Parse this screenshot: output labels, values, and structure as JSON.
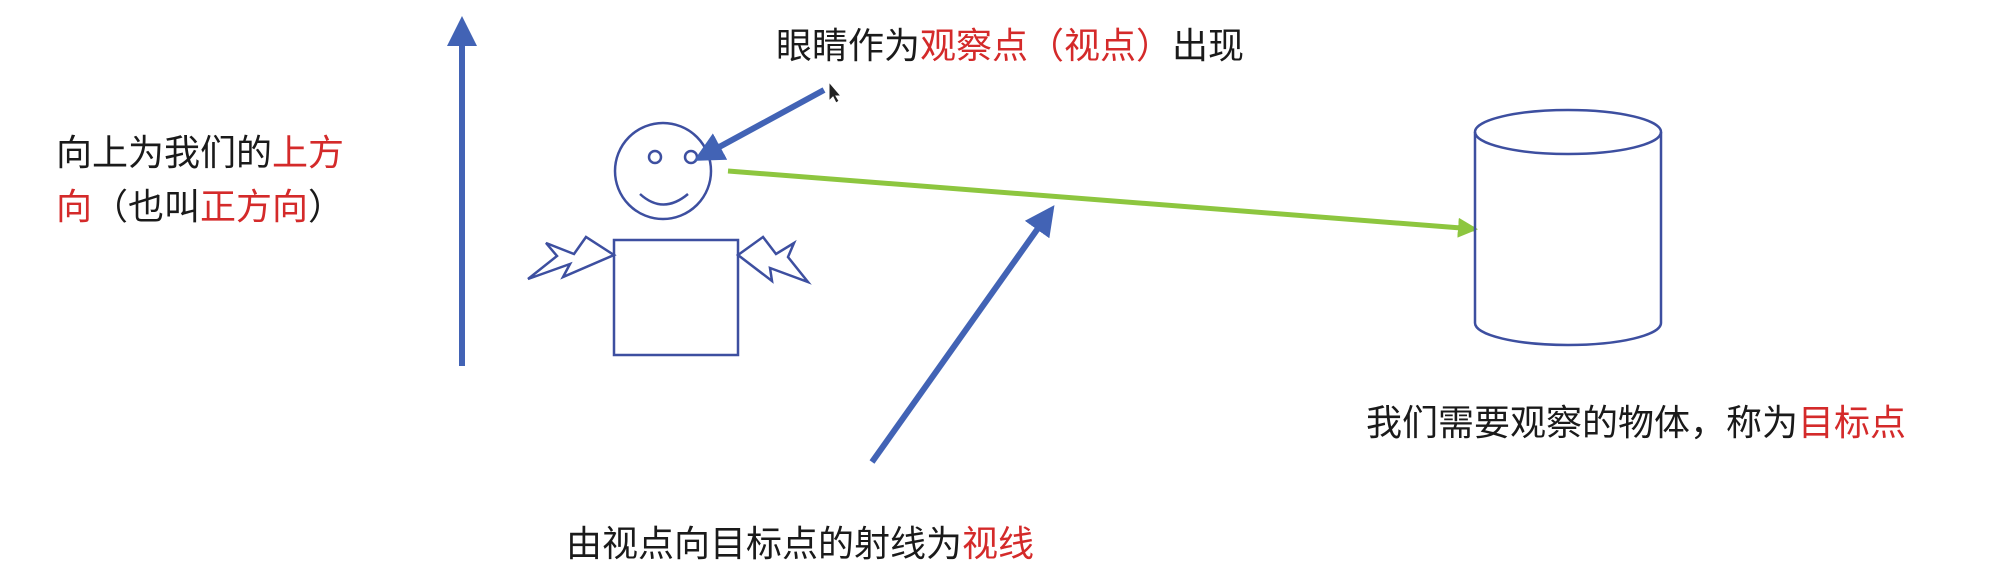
{
  "colors": {
    "arrow": "#4263b5",
    "figure": "#3d4fa0",
    "sight_line": "#8dc63f",
    "text": "#1a1a1a",
    "highlight": "#d42a2a"
  },
  "labels": {
    "up_direction": {
      "line1_prefix": "向上为我们的",
      "line1_highlight": "上方",
      "line2_highlight_a": "向",
      "line2_mid": "（也叫",
      "line2_highlight_b": "正方向",
      "line2_suffix": "）"
    },
    "eye_position": {
      "prefix": "眼睛作为",
      "highlight": "观察点（视点）",
      "suffix": "出现"
    },
    "target": {
      "prefix": "我们需要观察的物体，称为",
      "highlight": "目标点"
    },
    "sight_line": {
      "prefix": "由视点向目标点的射线为",
      "highlight": "视线"
    }
  },
  "icons": [
    "up-arrow-icon",
    "stick-figure-icon",
    "cylinder-icon",
    "mouse-cursor-icon"
  ]
}
